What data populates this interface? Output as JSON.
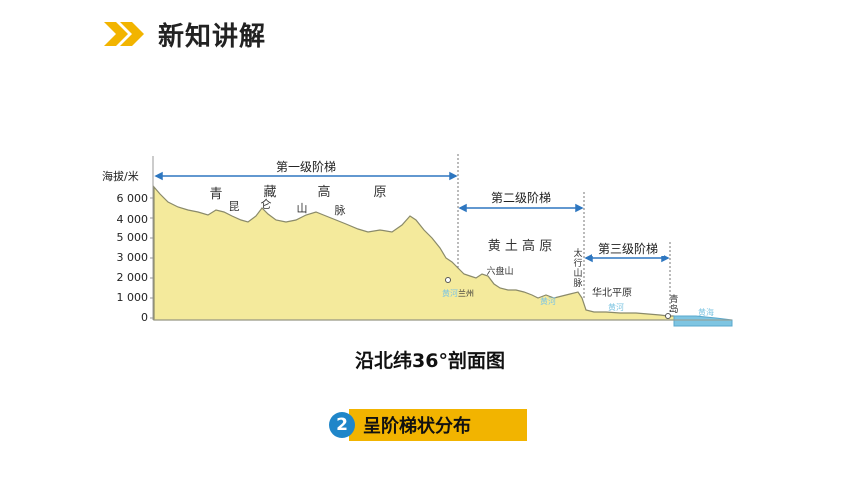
{
  "header": {
    "title": "新知讲解"
  },
  "profile": {
    "y_axis_title": "海拔/米",
    "y_ticks": [
      "6 000",
      "5 000",
      "4 000",
      "3 000",
      "2 000",
      "1 000",
      "0"
    ],
    "steps": [
      {
        "label": "第一级阶梯"
      },
      {
        "label": "第二级阶梯"
      },
      {
        "label": "第三级阶梯"
      }
    ],
    "regions": {
      "qingzang": [
        "青",
        "藏",
        "高",
        "原"
      ],
      "kunlun": [
        "昆",
        "仑",
        "山",
        "脉"
      ],
      "huangtu": "黄 土 高 原",
      "liupan": "六盘山",
      "taihang": [
        "太",
        "行",
        "山",
        "脉"
      ],
      "huabei": "华北平原",
      "qingdao": [
        "青",
        "岛"
      ],
      "lanzhou": "兰州"
    },
    "rivers": {
      "huanghe_1": "黄河",
      "huanghe_2": "黄河",
      "huanghe_3": "黄河",
      "sea": "黄海"
    },
    "colors": {
      "land": "#f4ea9c",
      "outline": "#8a8a6a",
      "sea": "#7ec5e2",
      "arrow": "#2e77c0",
      "dashed": "#777777"
    }
  },
  "caption": "沿北纬36°剖面图",
  "section": {
    "number": "2",
    "label": "呈阶梯状分布"
  }
}
